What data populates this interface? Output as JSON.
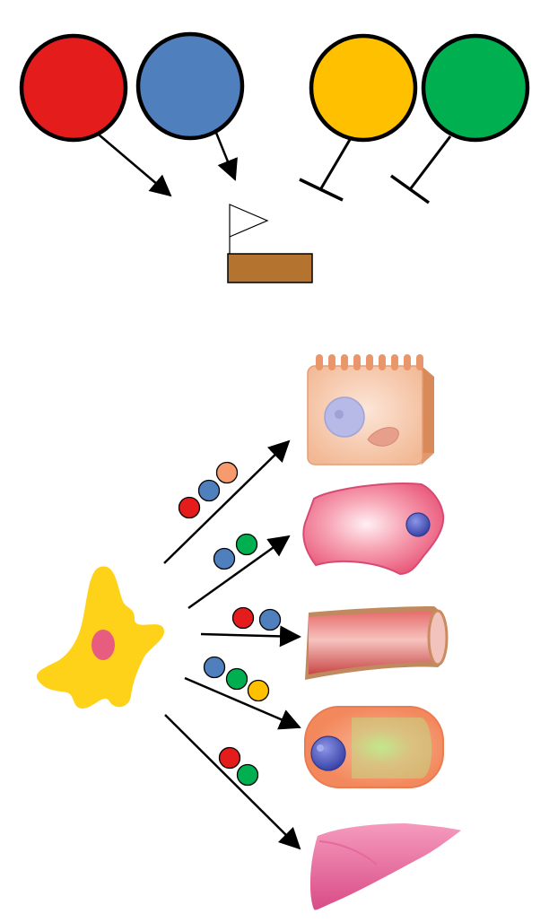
{
  "colors": {
    "red": "#E41C1C",
    "blue": "#4F7FBD",
    "yellow": "#FFC000",
    "green": "#00B050",
    "salmon": "#F79A6E",
    "outline": "#000000",
    "gene_body": "#B4742F",
    "source_cell": "#FFD21A",
    "source_nucleus": "#E85C7F"
  },
  "regulators": [
    {
      "color": "red",
      "effect": "activate"
    },
    {
      "color": "blue",
      "effect": "activate"
    },
    {
      "color": "yellow",
      "effect": "repress"
    },
    {
      "color": "green",
      "effect": "repress"
    }
  ],
  "pathways": [
    {
      "target": "epithelial-cell",
      "factors": [
        "red",
        "blue",
        "salmon"
      ]
    },
    {
      "target": "smooth-muscle-cell",
      "factors": [
        "blue",
        "green"
      ]
    },
    {
      "target": "blood-vessel",
      "factors": [
        "red",
        "blue"
      ]
    },
    {
      "target": "adipocyte-cell",
      "factors": [
        "blue",
        "green",
        "yellow"
      ]
    },
    {
      "target": "liver-organ",
      "factors": [
        "red",
        "green"
      ]
    }
  ]
}
